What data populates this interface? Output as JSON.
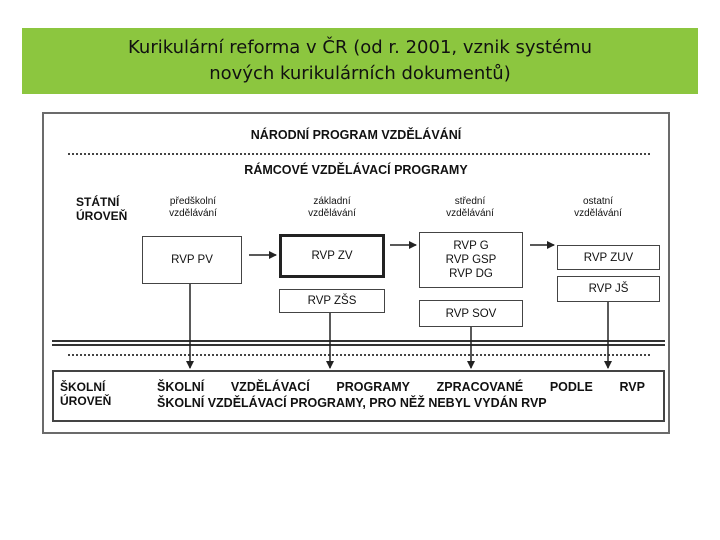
{
  "title": {
    "line1": "Kurikulární reforma v ČR (od r. 2001, vznik systému",
    "line2": "nových kurikulárních dokumentů)"
  },
  "diagram": {
    "national_program": "NÁRODNÍ PROGRAM VZDĚLÁVÁNÍ",
    "framework_programs": "RÁMCOVÉ VZDĚLÁVACÍ PROGRAMY",
    "state_level": {
      "line1": "STÁTNÍ",
      "line2": "ÚROVEŇ"
    },
    "columns": [
      {
        "line1": "předškolní",
        "line2": "vzdělávání"
      },
      {
        "line1": "základní",
        "line2": "vzdělávání"
      },
      {
        "line1": "střední",
        "line2": "vzdělávání"
      },
      {
        "line1": "ostatní",
        "line2": "vzdělávání"
      }
    ],
    "boxes": {
      "rvp_pv": "RVP PV",
      "rvp_zv": "RVP ZV",
      "rvp_zss": "RVP ZŠS",
      "rvp_g": "RVP G",
      "rvp_gsp": "RVP GSP",
      "rvp_dg": "RVP DG",
      "rvp_sov": "RVP SOV",
      "rvp_zuv": "RVP ZUV",
      "rvp_js": "RVP JŠ"
    },
    "school_level": {
      "label_line1": "ŠKOLNÍ",
      "label_line2": "ÚROVEŇ",
      "text_line1_parts": [
        "ŠKOLNÍ",
        "VZDĚLÁVACÍ",
        "PROGRAMY",
        "ZPRACOVANÉ",
        "PODLE",
        "RVP"
      ],
      "text_line2": "ŠKOLNÍ VZDĚLÁVACÍ PROGRAMY, PRO NĚŽ NEBYL VYDÁN RVP"
    }
  }
}
